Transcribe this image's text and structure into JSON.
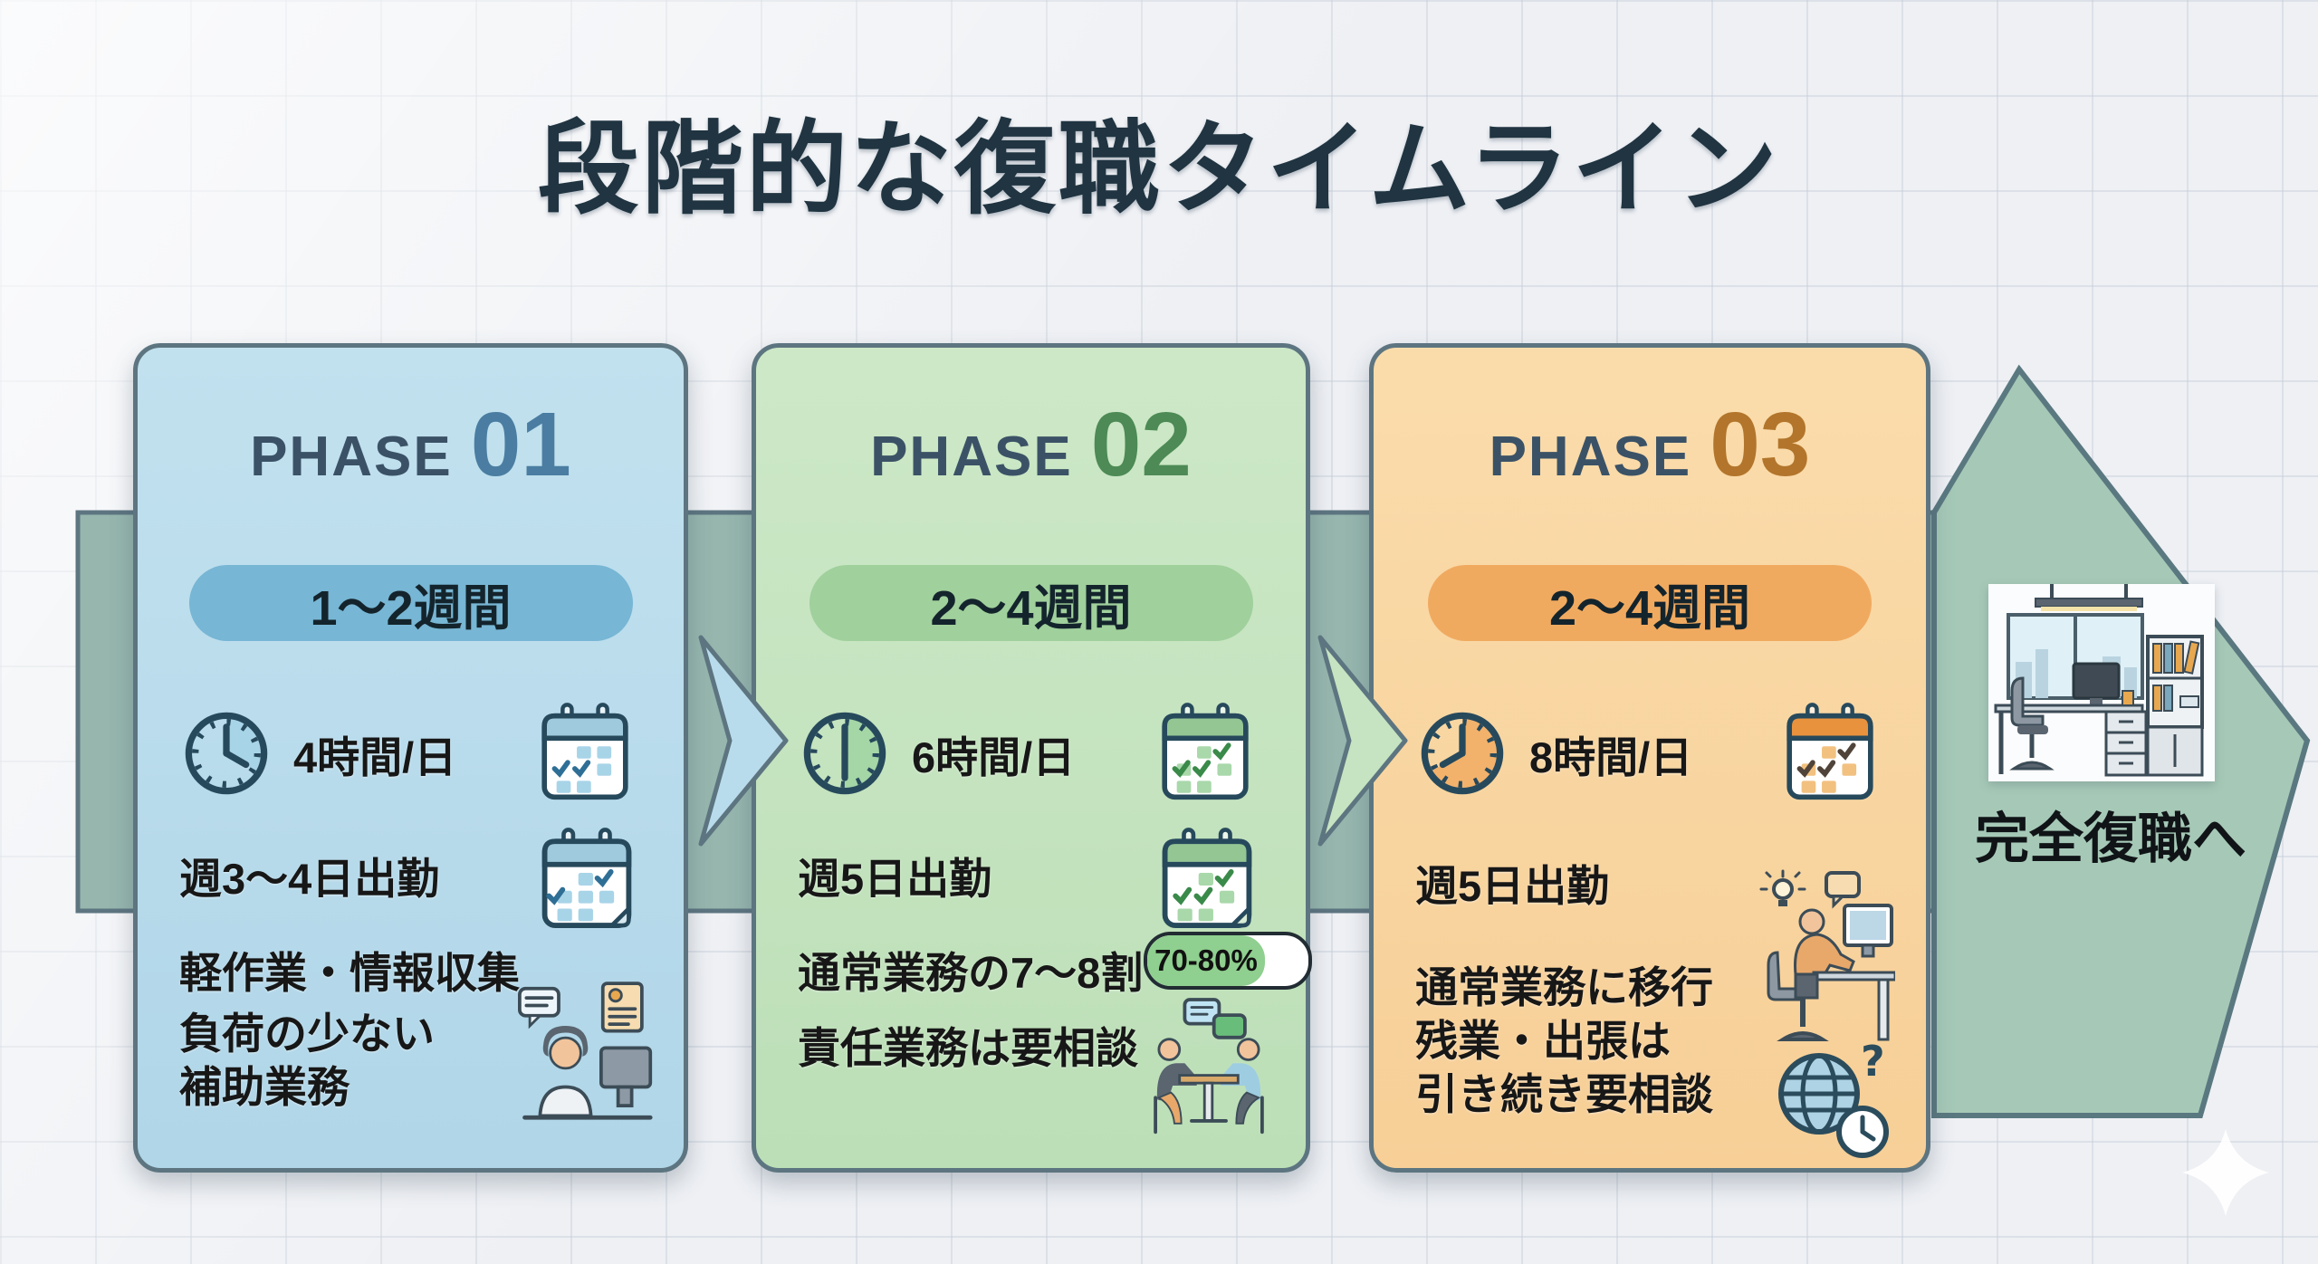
{
  "title": "段階的な復職タイムライン",
  "outcome": {
    "label": "完全復職へ"
  },
  "badge": {
    "text": "70-80%"
  },
  "colors": {
    "background": "#eef0f4",
    "card_border": "#5d7580",
    "timeline_band": "#96b6ae",
    "big_arrow": "#a6c9b7",
    "title_text": "#203441",
    "phase1_accent": "#4a7da1",
    "phase1_card_bg": "#b9dcec",
    "phase1_pill_bg": "#77b6d4",
    "phase2_accent": "#4d8a55",
    "phase2_card_bg": "#c6e4c1",
    "phase2_pill_bg": "#a0d09c",
    "phase3_accent": "#b2752b",
    "phase3_card_bg": "#f9d5a1",
    "phase3_pill_bg": "#f0aa60"
  },
  "icons": {
    "clock": "clock-icon",
    "calendar": "calendar-icon",
    "progress": "progress-badge",
    "person_computer": "person-computer-icon",
    "meeting": "meeting-icon",
    "desk_worker": "desk-worker-icon",
    "globe_question": "globe-question-icon",
    "office": "office-illustration",
    "sparkle": "sparkle-icon",
    "chevron_right": "chevron-right-icon"
  },
  "phases": [
    {
      "label": "PHASE",
      "number": "01",
      "duration": "1〜2週間",
      "hours": "4時間/日",
      "days": "週3〜4日出勤",
      "work": "軽作業・情報収集",
      "note_line1": "負荷の少ない",
      "note_line2": "補助業務"
    },
    {
      "label": "PHASE",
      "number": "02",
      "duration": "2〜4週間",
      "hours": "6時間/日",
      "days": "週5日出勤",
      "work": "通常業務の7〜8割",
      "note_line1": "責任業務は要相談",
      "note_line2": ""
    },
    {
      "label": "PHASE",
      "number": "03",
      "duration": "2〜4週間",
      "hours": "8時間/日",
      "days": "週5日出勤",
      "work": "通常業務に移行",
      "note_line1": "残業・出張は",
      "note_line2": "引き続き要相談"
    }
  ]
}
